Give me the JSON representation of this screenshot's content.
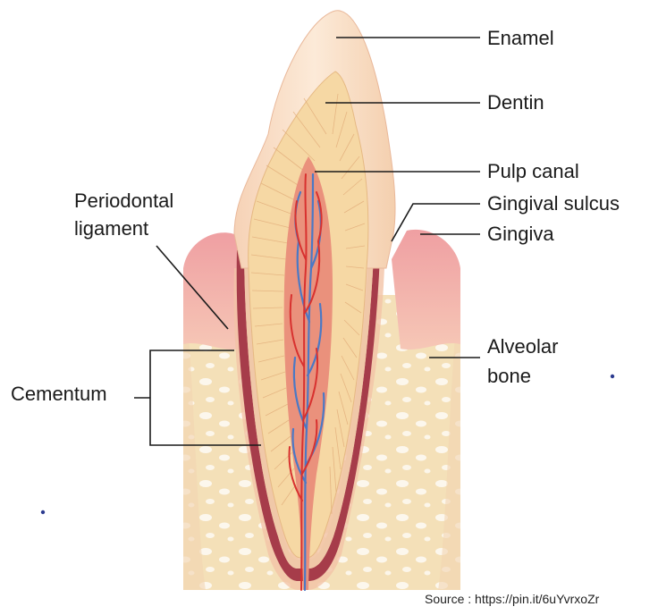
{
  "labels": {
    "enamel": "Enamel",
    "dentin": "Dentin",
    "pulp_canal": "Pulp canal",
    "gingival_sulcus": "Gingival sulcus",
    "gingiva": "Gingiva",
    "periodontal_ligament_line1": "Periodontal",
    "periodontal_ligament_line2": "ligament",
    "alveolar_bone_line1": "Alveolar",
    "alveolar_bone_line2": "bone",
    "cementum": "Cementum"
  },
  "source": "Source : https://pin.it/6uYvrxoZr",
  "colors": {
    "enamel": "#f9dfc3",
    "dentin": "#f6d9a6",
    "pulp": "#e98d76",
    "gingiva": "#f0a9a8",
    "bone": "#f3dfb6",
    "ligament": "#a63c4a",
    "artery": "#d8312f",
    "vein": "#4b79c5"
  }
}
